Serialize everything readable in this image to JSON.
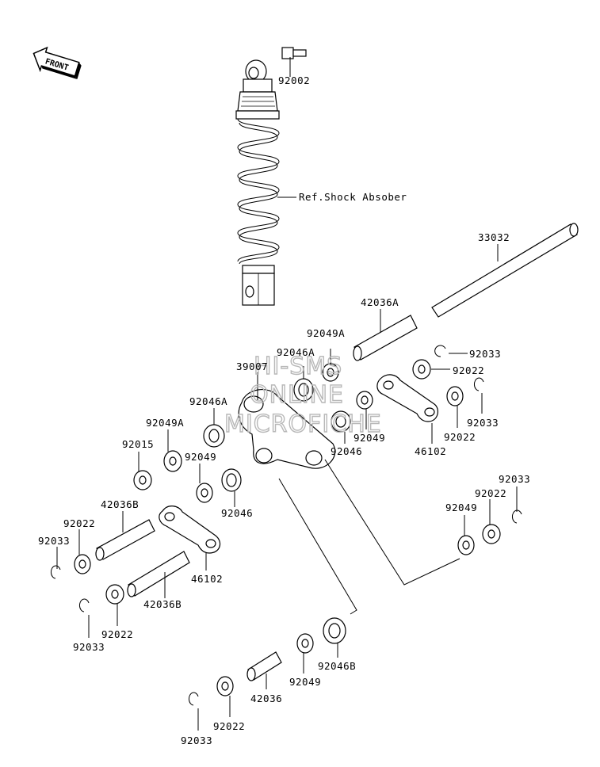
{
  "front_marker": "FRONT",
  "watermark": [
    "HI-SMS",
    "ONLINE",
    "MICROFICHE"
  ],
  "labels": {
    "p92002": "92002",
    "ref_shock": "Ref.Shock Absober",
    "p33032": "33032",
    "p42036A": "42036A",
    "p92049A_top": "92049A",
    "p92033_a": "92033",
    "p92046A_top": "92046A",
    "p92022_a": "92022",
    "p39007": "39007",
    "p92033_b": "92033",
    "p92046A_left": "92046A",
    "p92022_b": "92022",
    "p92049_mid": "92049",
    "p92046_mid": "92046",
    "p46102_right": "46102",
    "p92049A_left": "92049A",
    "p92015": "92015",
    "p92049_left": "92049",
    "p92033_c": "92033",
    "p92022_c": "92022",
    "p92049_right": "92049",
    "p92046_left": "92046",
    "p42036B_top": "42036B",
    "p92022_d": "92022",
    "p92033_d": "92033",
    "p46102_left": "46102",
    "p42036B_bot": "42036B",
    "p92033_e": "92033",
    "p92022_e": "92022",
    "p92049_bot": "92049",
    "p92046B": "92046B",
    "p42036": "42036",
    "p92022_f": "92022",
    "p92033_f": "92033"
  }
}
